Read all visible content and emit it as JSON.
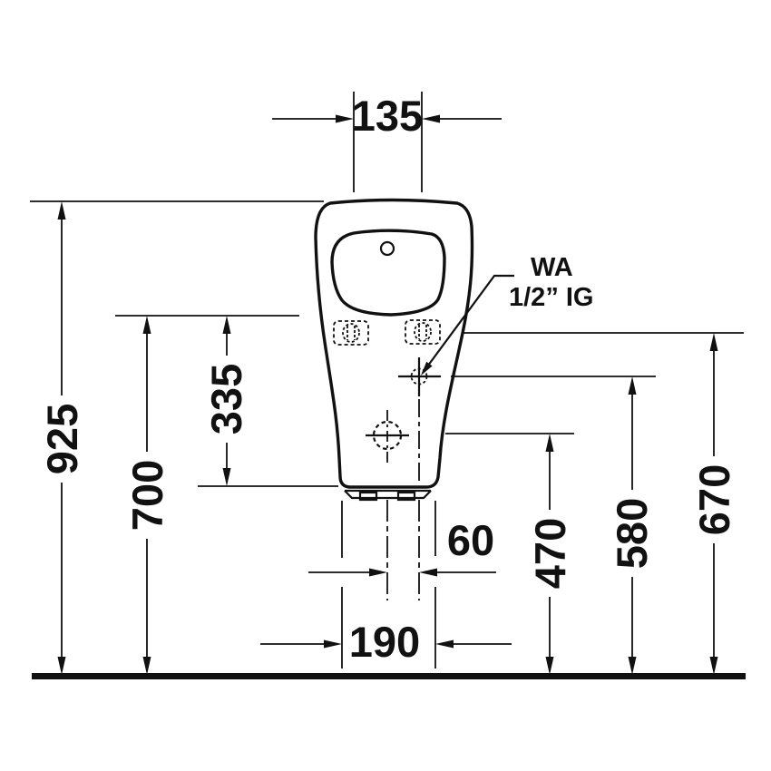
{
  "drawing": {
    "type": "technical-dimension-drawing",
    "subject": "wall-hung urinal, front view",
    "colors": {
      "line": "#111111",
      "background": "#ffffff"
    },
    "connection_label": {
      "line1": "WA",
      "line2": "1/2” IG"
    },
    "dimensions": {
      "inlet_width": "135",
      "overall_height": "925",
      "upper_edge_height": "700",
      "lower_body_height": "335",
      "outlet_height": "470",
      "water_connection_height": "580",
      "fixing_holes_height": "670",
      "outlet_offset": "60",
      "base_width": "190"
    }
  }
}
